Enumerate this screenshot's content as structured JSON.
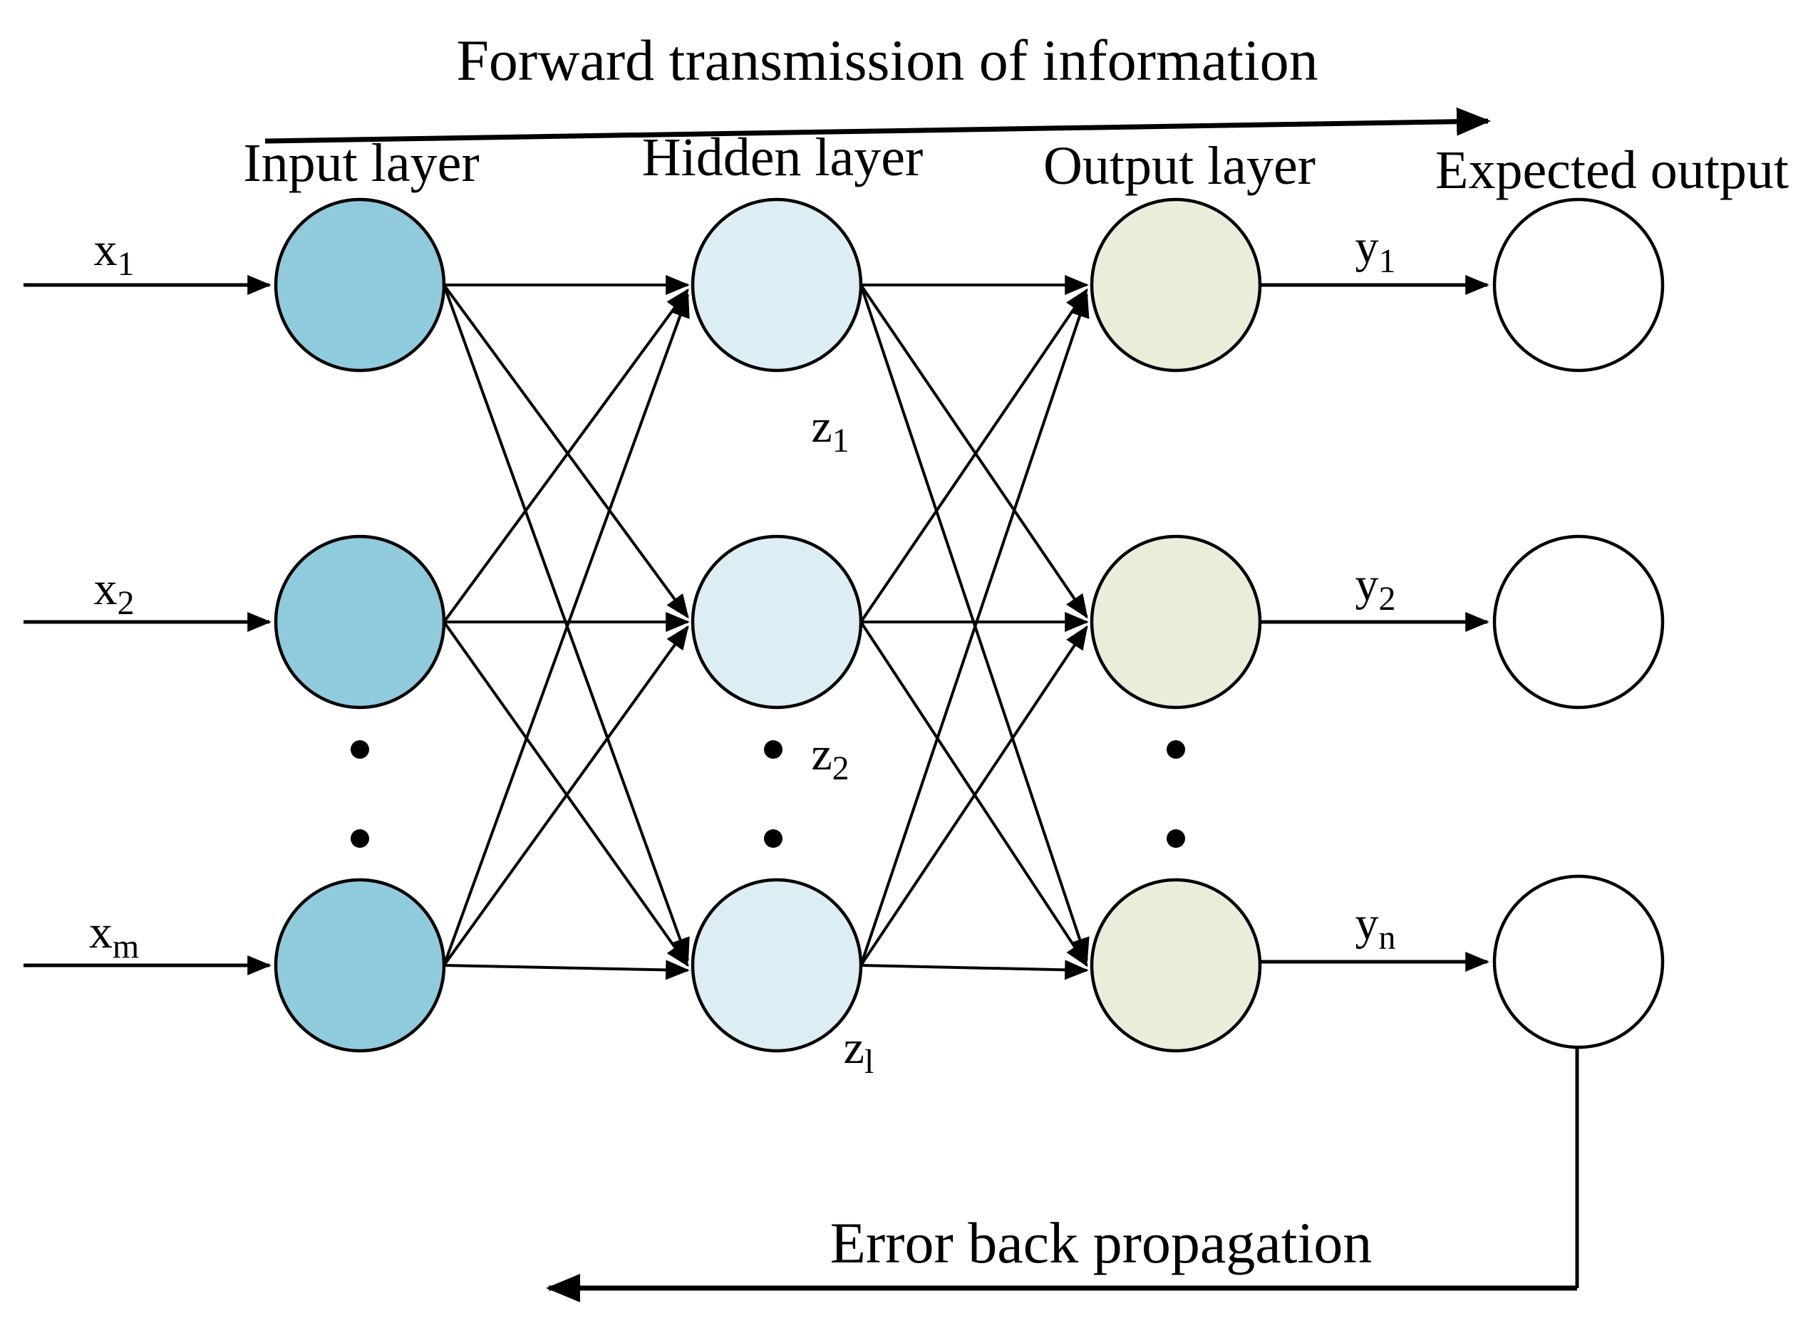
{
  "diagram": {
    "forward_label": "Forward transmission of information",
    "backward_label": "Error back propagation",
    "layer_titles": {
      "input": "Input layer",
      "hidden": "Hidden layer",
      "output": "Output layer",
      "expected": "Expected output"
    },
    "node_colors": {
      "input": "#8fcbdc",
      "hidden": "#dcedf4",
      "output": "#e9edda",
      "expected": "#ffffff",
      "outline": "#000000"
    },
    "edge_color": "#000000",
    "input_signals": [
      {
        "base": "x",
        "sub": "1"
      },
      {
        "base": "x",
        "sub": "2"
      },
      {
        "base": "x",
        "sub": "m"
      }
    ],
    "hidden_nodes": [
      {
        "base": "z",
        "sub": "1"
      },
      {
        "base": "z",
        "sub": "2"
      },
      {
        "base": "z",
        "sub": "l"
      }
    ],
    "output_signals": [
      {
        "base": "y",
        "sub": "1"
      },
      {
        "base": "y",
        "sub": "2"
      },
      {
        "base": "y",
        "sub": "n"
      }
    ]
  }
}
